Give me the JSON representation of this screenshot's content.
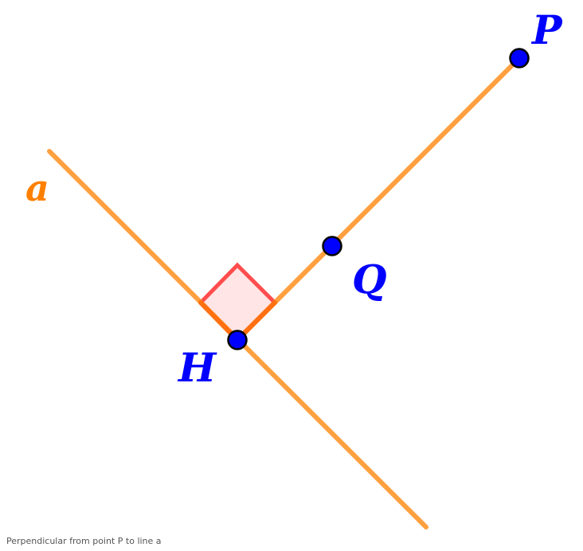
{
  "figure": {
    "title": "Perpendicular from point P to line a",
    "colors": {
      "line": "#ffa040",
      "line_label": "#ff8000",
      "point_fill": "#0000ff",
      "point_stroke": "#000000",
      "point_label": "#0000ff",
      "right_angle_stroke": "#ff4d4d",
      "right_angle_fill": "#ffe5e5",
      "right_angle_overlap": "#ff7010"
    },
    "line_a": {
      "label": "a"
    },
    "points": [
      {
        "id": "P",
        "label": "P"
      },
      {
        "id": "Q",
        "label": "Q"
      },
      {
        "id": "H",
        "label": "H"
      }
    ],
    "segment": {
      "from": "H",
      "to": "P",
      "passes_through": "Q"
    },
    "right_angle_at": "H"
  }
}
